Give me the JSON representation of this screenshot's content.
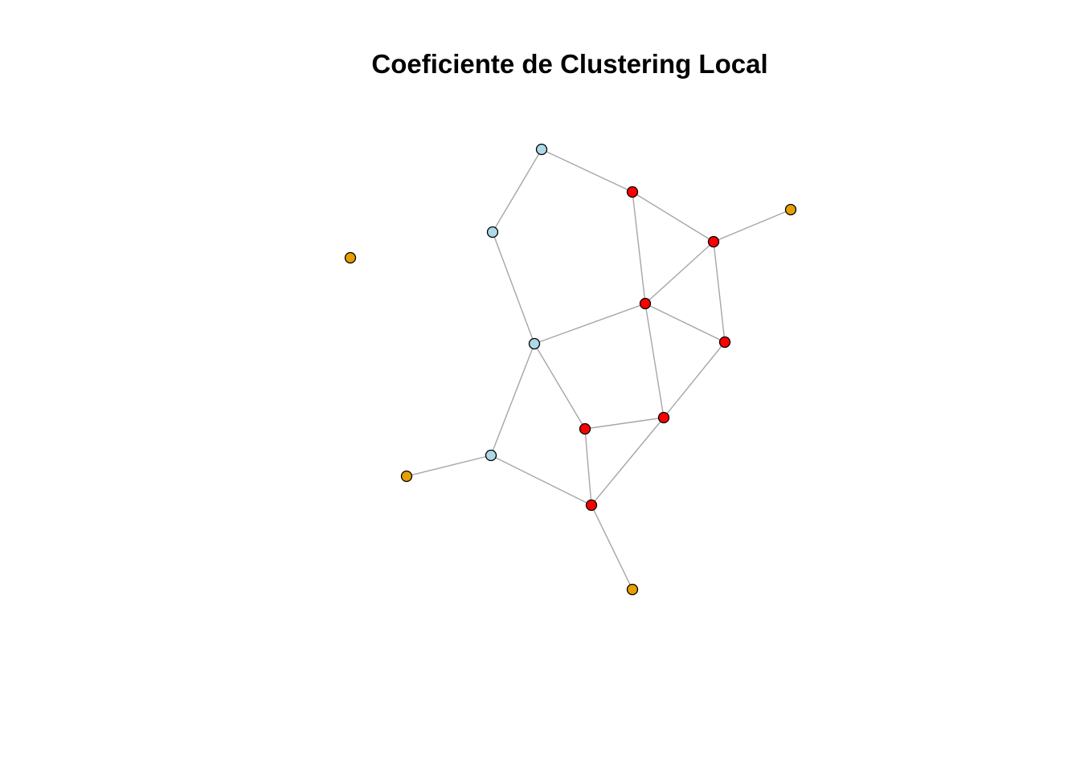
{
  "title": "Coeficiente de Clustering Local",
  "colors": {
    "background": "#ffffff",
    "edge": "#a6a6a6",
    "node_border": "#000000",
    "groups": {
      "high": "#ff0000",
      "low": "#add8e6",
      "none": "#e69f00"
    }
  },
  "network": {
    "nodes": [
      {
        "id": "n1",
        "group": "low"
      },
      {
        "id": "n2",
        "group": "high"
      },
      {
        "id": "n3",
        "group": "none"
      },
      {
        "id": "n4",
        "group": "low"
      },
      {
        "id": "n5",
        "group": "high"
      },
      {
        "id": "n6",
        "group": "none"
      },
      {
        "id": "n7",
        "group": "high"
      },
      {
        "id": "n8",
        "group": "low"
      },
      {
        "id": "n9",
        "group": "high"
      },
      {
        "id": "n10",
        "group": "high"
      },
      {
        "id": "n11",
        "group": "high"
      },
      {
        "id": "n12",
        "group": "low"
      },
      {
        "id": "n13",
        "group": "none"
      },
      {
        "id": "n14",
        "group": "high"
      },
      {
        "id": "n15",
        "group": "none"
      }
    ],
    "edges": [
      [
        "n1",
        "n2"
      ],
      [
        "n1",
        "n4"
      ],
      [
        "n2",
        "n5"
      ],
      [
        "n2",
        "n7"
      ],
      [
        "n5",
        "n3"
      ],
      [
        "n5",
        "n7"
      ],
      [
        "n5",
        "n9"
      ],
      [
        "n4",
        "n8"
      ],
      [
        "n7",
        "n8"
      ],
      [
        "n7",
        "n9"
      ],
      [
        "n7",
        "n11"
      ],
      [
        "n9",
        "n11"
      ],
      [
        "n8",
        "n10"
      ],
      [
        "n8",
        "n12"
      ],
      [
        "n10",
        "n11"
      ],
      [
        "n10",
        "n14"
      ],
      [
        "n11",
        "n14"
      ],
      [
        "n12",
        "n13"
      ],
      [
        "n12",
        "n14"
      ],
      [
        "n14",
        "n15"
      ]
    ]
  }
}
